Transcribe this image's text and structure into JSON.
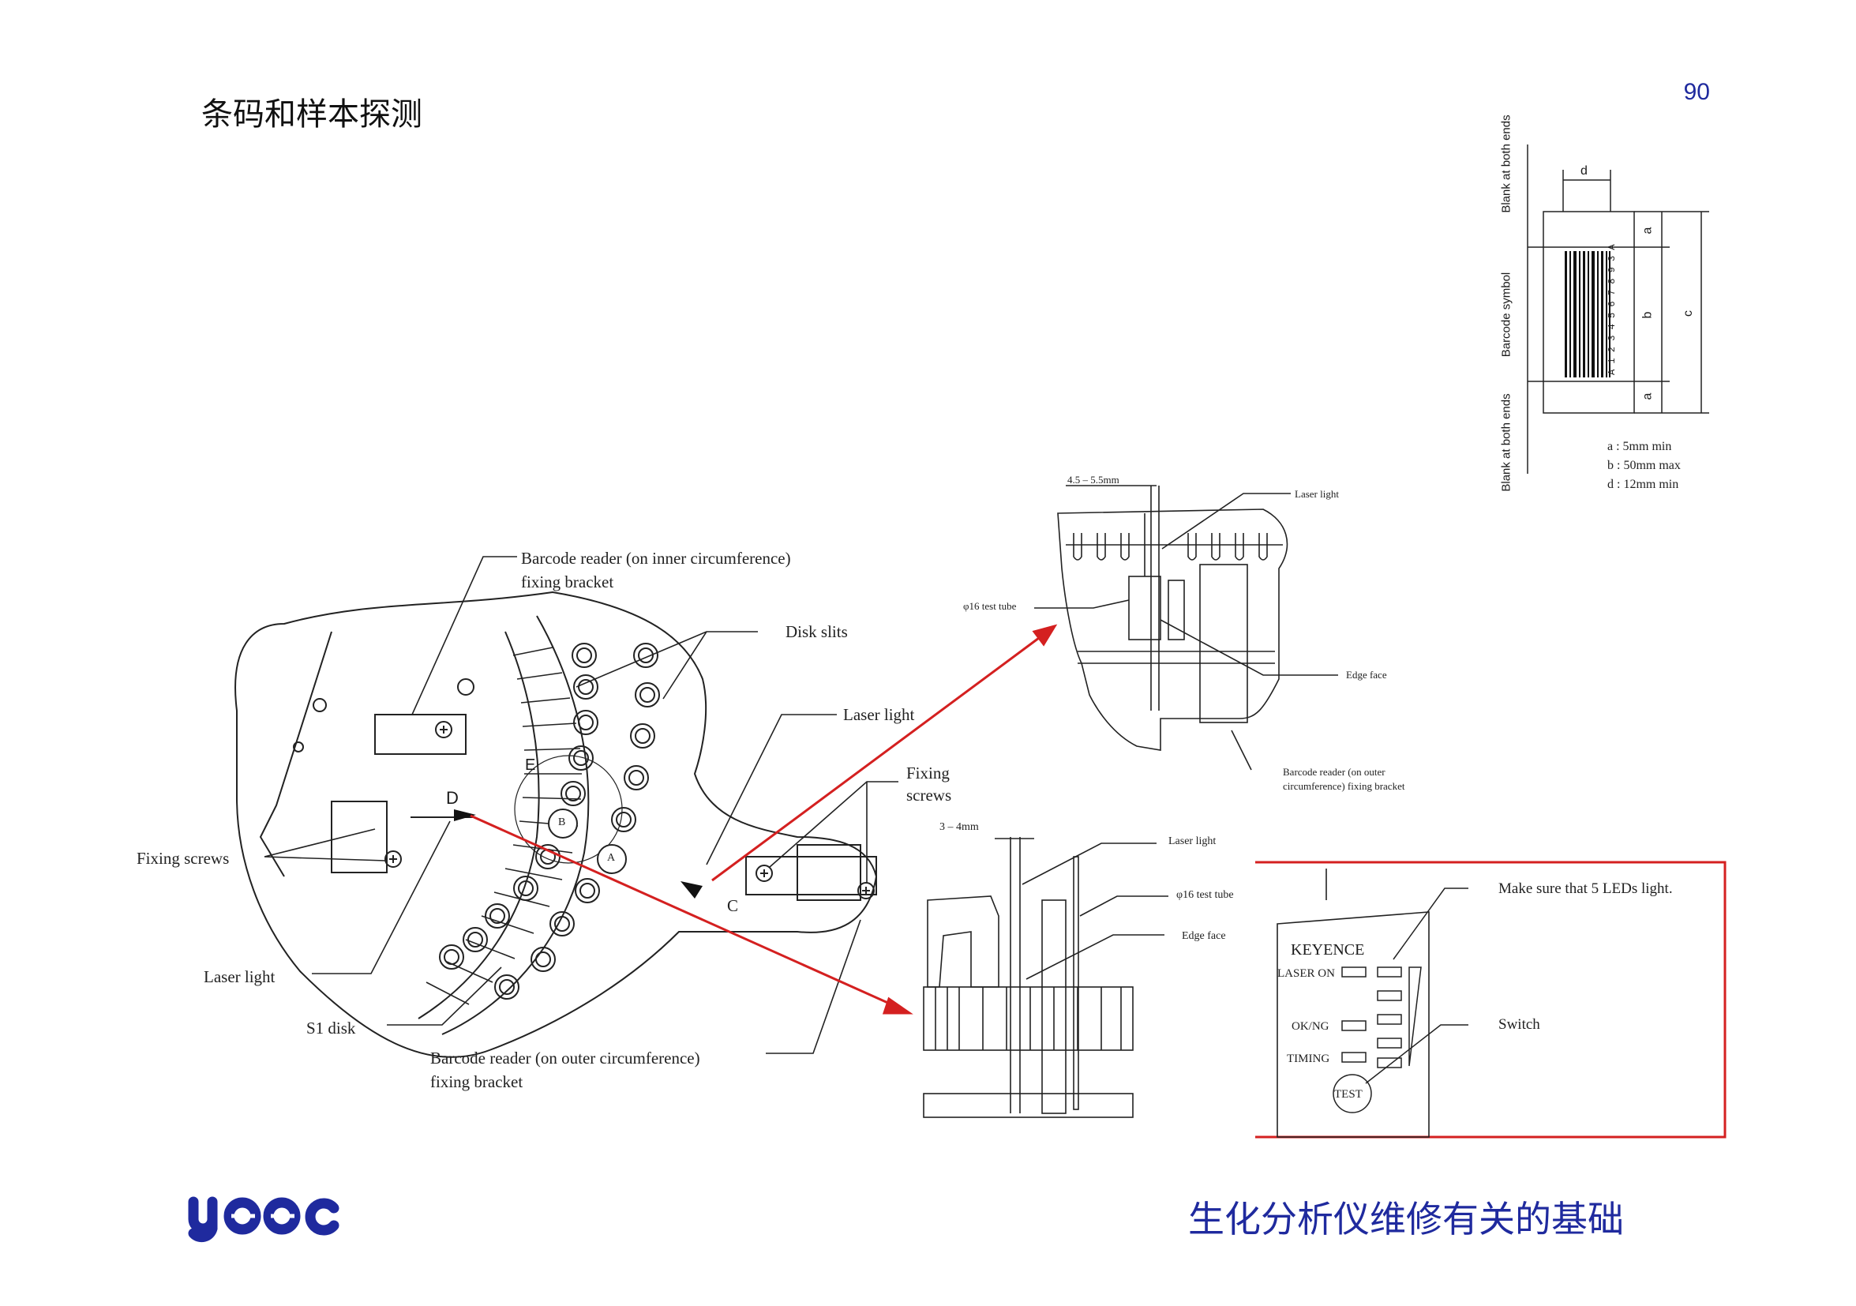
{
  "header": {
    "title": "条码和样本探测",
    "page_number": "90"
  },
  "footer": {
    "caption": "生化分析仪维修有关的基础",
    "logo_text": "yeec"
  },
  "main_diagram": {
    "labels": {
      "inner_bracket_line1": "Barcode reader (on inner circumference)",
      "inner_bracket_line2": "fixing bracket",
      "disk_slits": "Disk slits",
      "laser_light_right": "Laser light",
      "fixing_screws_right_1": "Fixing",
      "fixing_screws_right_2": "screws",
      "fixing_screws_left": "Fixing screws",
      "laser_light_left": "Laser light",
      "s1_disk": "S1 disk",
      "outer_bracket_line1": "Barcode reader (on outer circumference)",
      "outer_bracket_line2": "fixing bracket",
      "marker_a": "A",
      "marker_b": "B",
      "marker_c": "C",
      "marker_d": "D",
      "marker_e": "E"
    }
  },
  "detail_top": {
    "dimension": "4.5 – 5.5mm",
    "laser_light": "Laser light",
    "test_tube": "φ16 test tube",
    "edge_face": "Edge face",
    "bracket_line1": "Barcode reader (on outer",
    "bracket_line2": "circumference) fixing bracket"
  },
  "detail_bottom": {
    "dimension": "3 – 4mm",
    "laser_light": "Laser light",
    "test_tube": "φ16 test tube",
    "edge_face": "Edge face"
  },
  "keyence_panel": {
    "brand": "KEYENCE",
    "laser_on": "LASER ON",
    "ok_ng": "OK/NG",
    "timing": "TIMING",
    "test": "TEST",
    "note_leds": "Make sure that 5 LEDs light.",
    "note_switch": "Switch"
  },
  "barcode_spec": {
    "blank_top": "Blank at both ends",
    "barcode_symbol": "Barcode symbol",
    "blank_bottom": "Blank at both ends",
    "digits": "A 1 2 3 4 5 6 7 8 9 3 A",
    "dim_d": "d",
    "dim_a": "a",
    "dim_b": "b",
    "dim_c": "c",
    "spec_a": "a : 5mm min",
    "spec_b": "b : 50mm max",
    "spec_d": "d : 12mm min"
  },
  "colors": {
    "accent_red": "#d42020",
    "brand_blue": "#1f2a9e",
    "line": "#222222"
  }
}
